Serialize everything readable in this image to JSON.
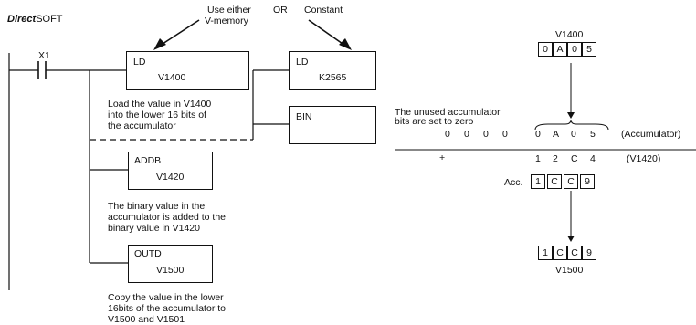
{
  "brand": {
    "bold_italic": "Direct",
    "regular": "SOFT"
  },
  "callouts": {
    "use_either_line1": "Use either",
    "use_either_line2": "V-memory",
    "or": "OR",
    "constant": "Constant"
  },
  "ladder": {
    "contact_label": "X1",
    "ld_box": {
      "op": "LD",
      "operand": "V1400"
    },
    "ld_const_box": {
      "op": "LD",
      "operand": "K2565"
    },
    "bin_box": {
      "op": "BIN"
    },
    "addb_box": {
      "op": "ADDB",
      "operand": "V1420"
    },
    "outd_box": {
      "op": "OUTD",
      "operand": "V1500"
    },
    "desc_ld": [
      "Load the value in V1400",
      "into the lower 16 bits of",
      "the accumulator"
    ],
    "desc_addb": [
      "The binary value in the",
      "accumulator is added to the",
      "binary value in V1420"
    ],
    "desc_outd": [
      "Copy the value in the lower",
      "16bits of the accumulator to",
      "V1500 and V1501"
    ]
  },
  "operation": {
    "source_label": "V1400",
    "source_cells": [
      "0",
      "A",
      "0",
      "5"
    ],
    "unused_note": [
      "The unused accumulator",
      "bits are set to zero"
    ],
    "accumulator_row": [
      "0",
      "0",
      "0",
      "0",
      "0",
      "A",
      "0",
      "5"
    ],
    "accumulator_label": "(Accumulator)",
    "plus": "+",
    "add_row": [
      "1",
      "2",
      "C",
      "4"
    ],
    "add_label": "(V1420)",
    "acc_label": "Acc.",
    "acc_cells": [
      "1",
      "C",
      "C",
      "9"
    ],
    "result_cells": [
      "1",
      "C",
      "C",
      "9"
    ],
    "result_label": "V1500"
  }
}
